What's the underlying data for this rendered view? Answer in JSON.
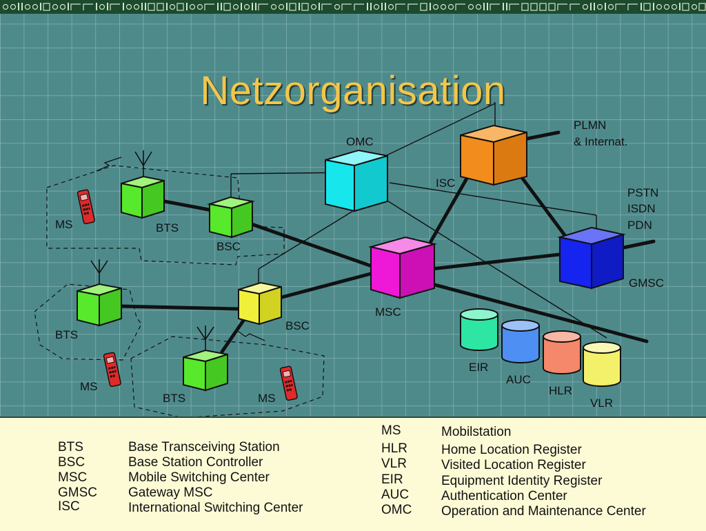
{
  "title": "Netzorganisation",
  "labels": {
    "omc": "OMC",
    "isc": "ISC",
    "plmn_line1": "PLMN",
    "plmn_line2": "& Internat.",
    "pstn": "PSTN",
    "isdn": "ISDN",
    "pdn": "PDN",
    "gmsc": "GMSC",
    "msc": "MSC",
    "bsc_top": "BSC",
    "bsc_mid": "BSC",
    "bts_top": "BTS",
    "bts_left": "BTS",
    "bts_bottom": "BTS",
    "ms_top": "MS",
    "ms_left": "MS",
    "ms_bottom": "MS",
    "eir": "EIR",
    "auc": "AUC",
    "hlr": "HLR",
    "vlr": "VLR"
  },
  "colors": {
    "background": "#4f8a8b",
    "grid": "#8fb9b9",
    "title": "#f3c64a",
    "legend_bg": "#fdfbd6",
    "omc": "#17e6ec",
    "isc": "#f28c1c",
    "gmsc": "#1524ee",
    "msc": "#ee18d6",
    "bsc": "#f0f03a",
    "bts": "#58e82c",
    "eir": "#2ee6a4",
    "auc": "#4d8ff2",
    "hlr": "#f5876a",
    "vlr": "#f3f06a",
    "ms": "#e02a2a"
  },
  "legend": {
    "left": [
      {
        "abbr": "BTS",
        "full": "Base Transceiving Station"
      },
      {
        "abbr": "BSC",
        "full": "Base Station Controller"
      },
      {
        "abbr": "MSC",
        "full": "Mobile Switching Center"
      },
      {
        "abbr": "GMSC",
        "full": "Gateway MSC"
      },
      {
        "abbr": "ISC",
        "full": "International Switching Center"
      }
    ],
    "right": [
      {
        "abbr": "MS",
        "full": "Mobilstation"
      },
      {
        "abbr": "HLR",
        "full": "Home Location Register"
      },
      {
        "abbr": "VLR",
        "full": "Visited Location Register"
      },
      {
        "abbr": "EIR",
        "full": "Equipment Identity Register"
      },
      {
        "abbr": "AUC",
        "full": "Authentication Center"
      },
      {
        "abbr": "OMC",
        "full": "Operation and Maintenance Center"
      }
    ]
  }
}
